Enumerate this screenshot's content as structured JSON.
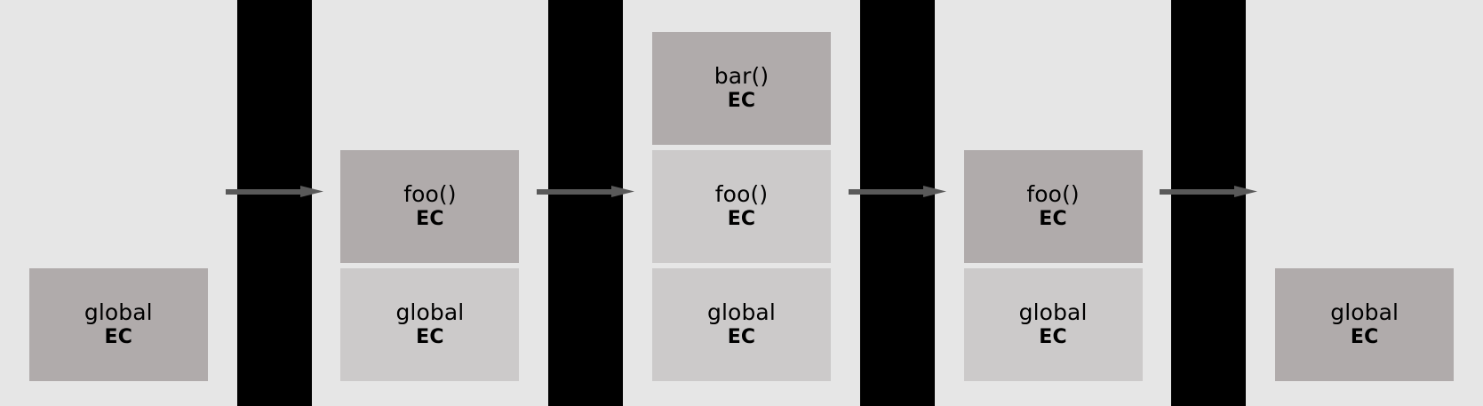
{
  "diagram": {
    "title": "execution-context-stack-sequence",
    "colors": {
      "panel_background": "#e6e6e6",
      "gap_background": "#000000",
      "frame_active": "#b0abab",
      "frame_inactive": "#cccaca",
      "arrow": "#595959",
      "text": "#000000"
    },
    "ec_label": "EC",
    "panels": [
      {
        "id": "step-1",
        "frames": [
          {
            "name": "global",
            "label": "global",
            "ec": "EC",
            "state": "active"
          }
        ]
      },
      {
        "id": "step-2",
        "frames": [
          {
            "name": "global",
            "label": "global",
            "ec": "EC",
            "state": "inactive"
          },
          {
            "name": "foo",
            "label": "foo()",
            "ec": "EC",
            "state": "active"
          }
        ]
      },
      {
        "id": "step-3",
        "frames": [
          {
            "name": "global",
            "label": "global",
            "ec": "EC",
            "state": "inactive"
          },
          {
            "name": "foo",
            "label": "foo()",
            "ec": "EC",
            "state": "inactive"
          },
          {
            "name": "bar",
            "label": "bar()",
            "ec": "EC",
            "state": "active"
          }
        ]
      },
      {
        "id": "step-4",
        "frames": [
          {
            "name": "global",
            "label": "global",
            "ec": "EC",
            "state": "inactive"
          },
          {
            "name": "foo",
            "label": "foo()",
            "ec": "EC",
            "state": "active"
          }
        ]
      },
      {
        "id": "step-5",
        "frames": [
          {
            "name": "global",
            "label": "global",
            "ec": "EC",
            "state": "active"
          }
        ]
      }
    ],
    "arrows": [
      {
        "id": "arrow-1",
        "from": "step-1",
        "to": "step-2"
      },
      {
        "id": "arrow-2",
        "from": "step-2",
        "to": "step-3"
      },
      {
        "id": "arrow-3",
        "from": "step-3",
        "to": "step-4"
      },
      {
        "id": "arrow-4",
        "from": "step-4",
        "to": "step-5"
      }
    ]
  }
}
